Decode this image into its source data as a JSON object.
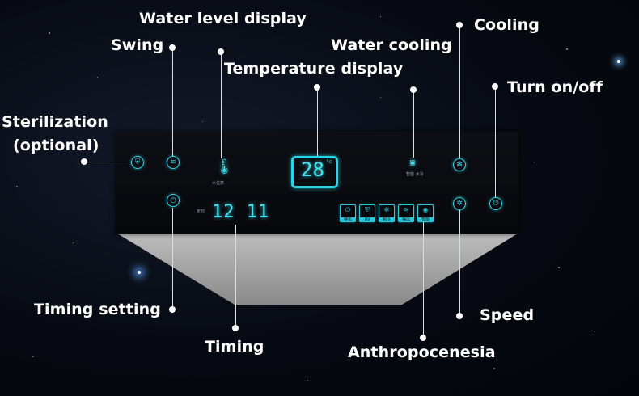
{
  "labels": {
    "water_level_display": "Water level display",
    "swing": "Swing",
    "water_cooling": "Water cooling",
    "cooling": "Cooling",
    "temperature_display": "Temperature display",
    "turn_on_off": "Turn on/off",
    "sterilization_1": "Sterilization",
    "sterilization_2": "(optional)",
    "timing_setting": "Timing setting",
    "timing": "Timing",
    "speed": "Speed",
    "anthropocenesia": "Anthropocenesia"
  },
  "panel": {
    "temperature": "28",
    "temperature_unit": "°c",
    "timer": "12 11",
    "water_level_caption": "水位表",
    "water_cooling_caption": "智能 水冷",
    "timer_caption": "定时",
    "mode_captions": [
      "待机",
      "UV",
      "制冷",
      "摆风",
      "智能"
    ],
    "mode_button_uv": "UV"
  },
  "colors": {
    "panel_glow": "#39d4e8",
    "label_text": "#ffffff",
    "stand": "#9a9a9a"
  },
  "icons": {
    "sterilization": "shield-uv-icon",
    "swing": "swing-fan-icon",
    "timing_setting": "clock-icon",
    "water_level": "thermometer-icon",
    "water_cooling": "water-drop-icon",
    "cooling": "snowflake-icon",
    "speed": "fan-icon",
    "power": "power-icon"
  }
}
